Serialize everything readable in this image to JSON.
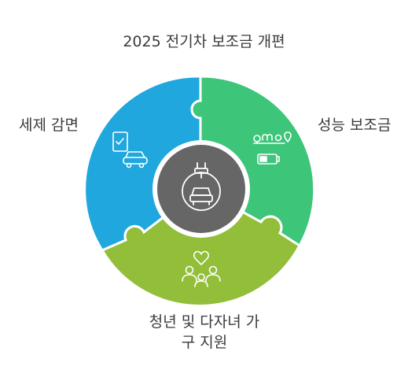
{
  "title": "2025 전기차 보조금 개편",
  "segments": [
    {
      "id": "tax",
      "label": "세제 감면",
      "color": "#1FA7DE",
      "icon": "tablet-check-car-icon"
    },
    {
      "id": "performance",
      "label": "성능 보조금",
      "color": "#3DC57A",
      "icon": "route-battery-icon"
    },
    {
      "id": "family",
      "label_lines": [
        "청년 및 다자녀 가",
        "구 지원"
      ],
      "color": "#92BE3A",
      "icon": "family-heart-icon"
    }
  ],
  "center": {
    "color": "#666666",
    "icon": "ev-charging-car-icon"
  }
}
